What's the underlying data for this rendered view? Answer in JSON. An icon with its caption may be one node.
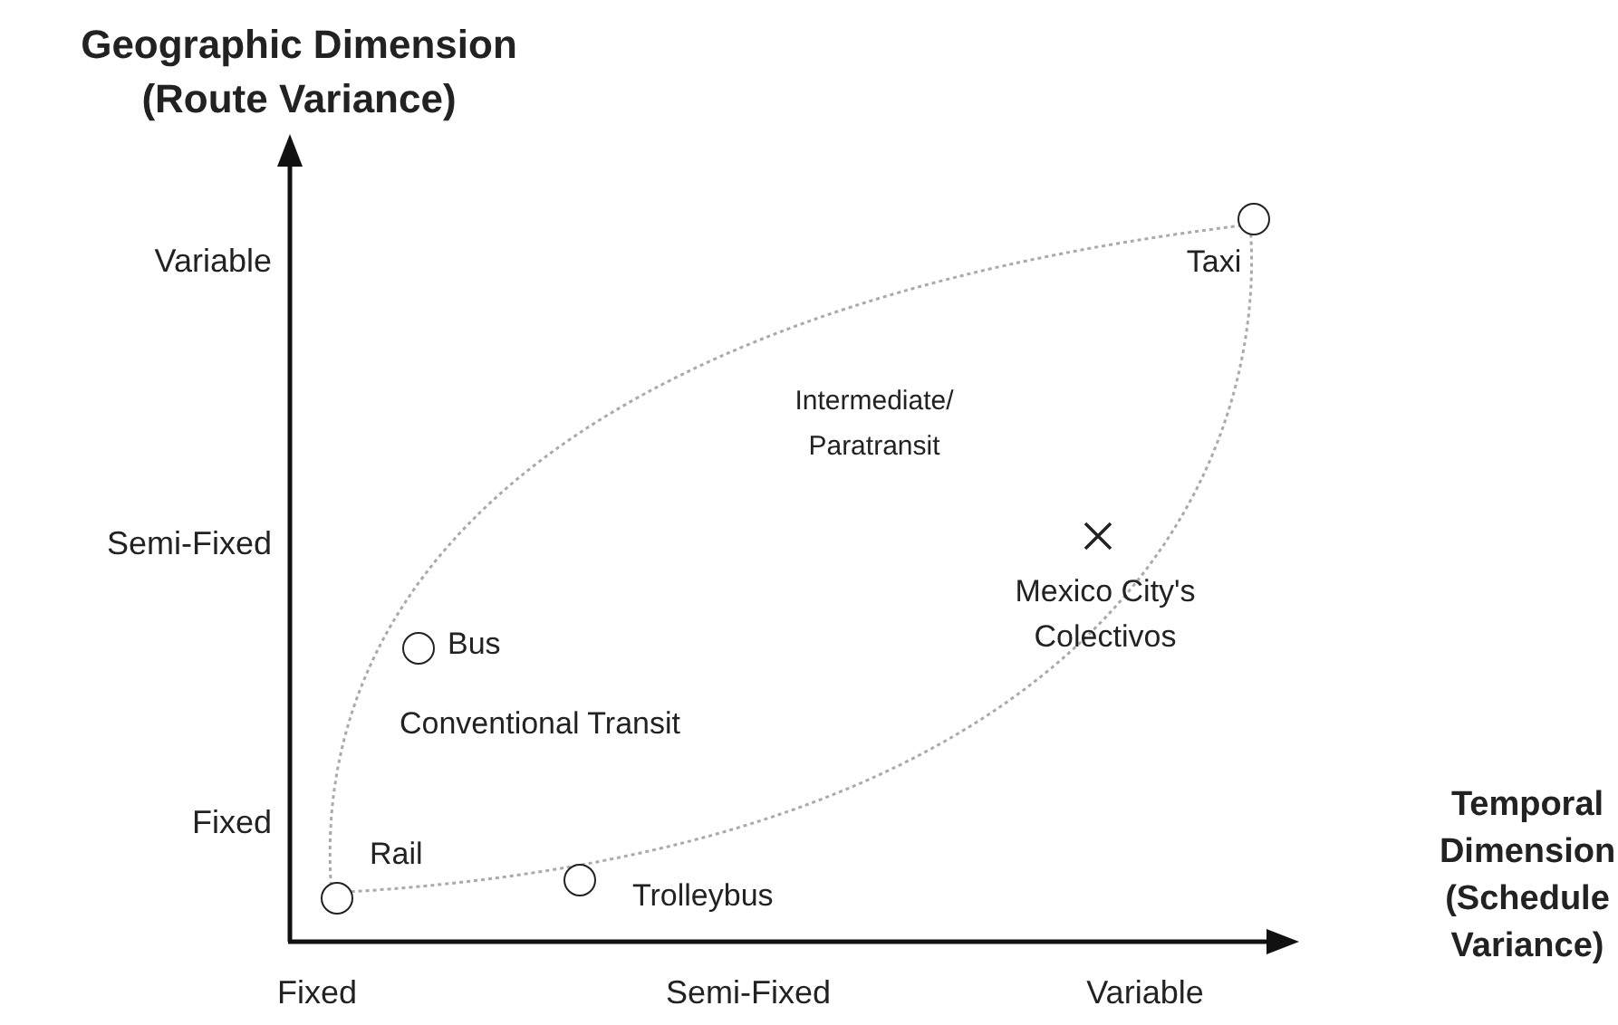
{
  "diagram": {
    "nodes": [
      {
        "text": [],
        "shape": "circle",
        "beside": [
          "Taxi"
        ]
      },
      {
        "text": [],
        "shape": "cross",
        "beside": [
          "Mexico City's Colectivos"
        ]
      },
      {
        "text": [],
        "shape": "circle",
        "beside": [
          "Bus"
        ]
      },
      {
        "text": [],
        "shape": "circle",
        "beside": [
          "Rail"
        ]
      },
      {
        "text": [],
        "shape": "circle",
        "beside": [
          "Trolleybus"
        ]
      }
    ],
    "edges": [],
    "labels": [
      "Geographic Dimension (Route Variance)",
      "Variable",
      "Intermediate/ Paratransit",
      "Semi-Fixed",
      "Conventional Transit",
      "Fixed",
      "Temporal Dimension (Schedule Variance)",
      "Fixed",
      "Semi-Fixed",
      "Variable"
    ]
  }
}
